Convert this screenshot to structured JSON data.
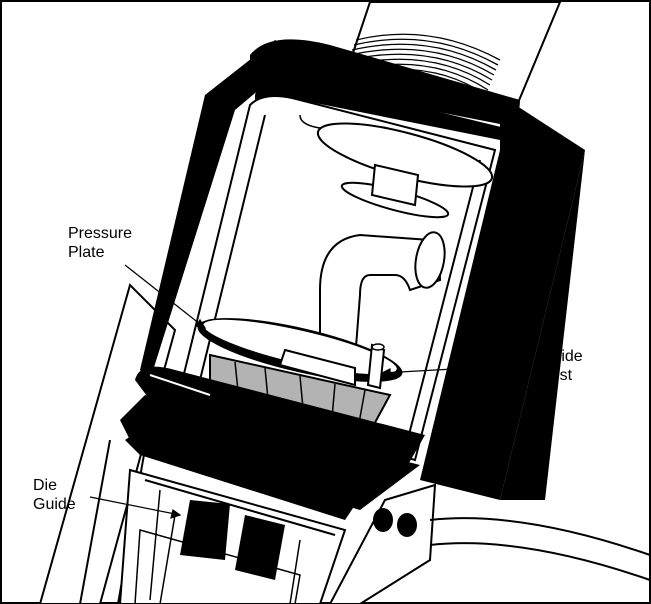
{
  "labels": {
    "pressure_plate": [
      "Pressure",
      "Plate"
    ],
    "guide_post": [
      "Guide",
      "Post"
    ],
    "die_guide": [
      "Die",
      "Guide"
    ]
  },
  "colors": {
    "line": "#000000",
    "background": "#ffffff",
    "die_fill": "#b3b3b3",
    "body_fill": "#000000",
    "inner_fill": "#ffffff"
  }
}
